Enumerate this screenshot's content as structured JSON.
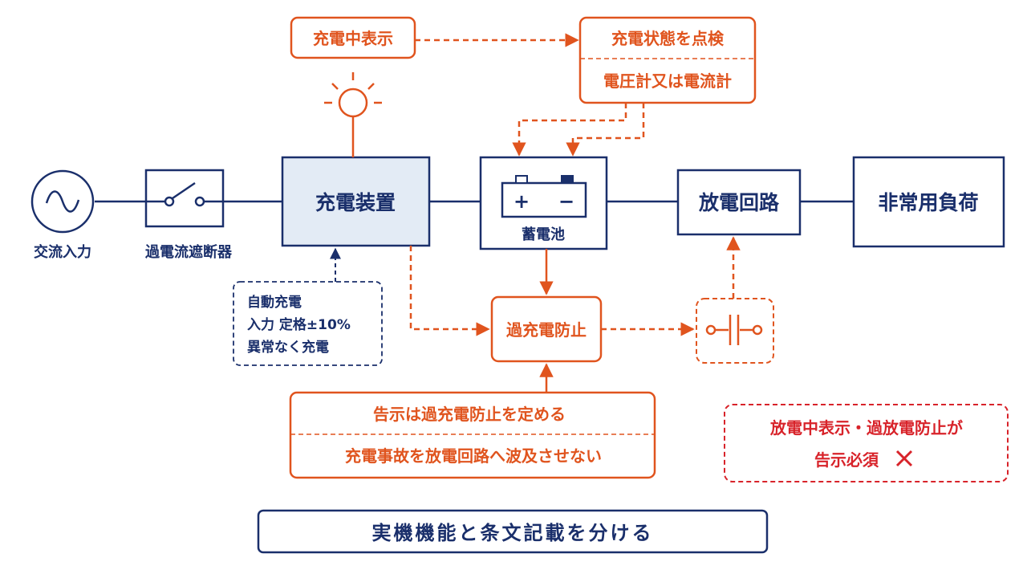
{
  "colors": {
    "navy": "#1a2f6b",
    "orange": "#e0541e",
    "red": "#d8232a",
    "charger_fill": "#e3ebf5",
    "background": "#ffffff"
  },
  "icons": {
    "ac_source": "ac-sine-wave-icon",
    "breaker": "switch-icon",
    "lamp": "sun-lamp-icon",
    "battery": "battery-icon",
    "contact": "contact-switch-icon",
    "cross": "x-mark-icon"
  },
  "main_line": {
    "ac_input": "交流入力",
    "breaker": "過電流遮断器",
    "charger": "充電装置",
    "battery": "蓄電池",
    "battery_plus": "+",
    "battery_minus": "−",
    "discharge_circuit": "放電回路",
    "emergency_load": "非常用負荷"
  },
  "charging_indicator": "充電中表示",
  "check_box": {
    "top": "充電状態を点検",
    "bottom": "電圧計又は電流計"
  },
  "auto_charge_note": {
    "line1": "自動充電",
    "line2": "入力 定格±10%",
    "line3": "異常なく充電"
  },
  "overcharge_prevention": "過充電防止",
  "rule_box": {
    "line1": "告示は過充電防止を定める",
    "line2": "充電事故を放電回路へ波及させない"
  },
  "warning_box": {
    "line1": "放電中表示・過放電防止が",
    "line2": "告示必須"
  },
  "footer": "実機機能と条文記載を分ける"
}
